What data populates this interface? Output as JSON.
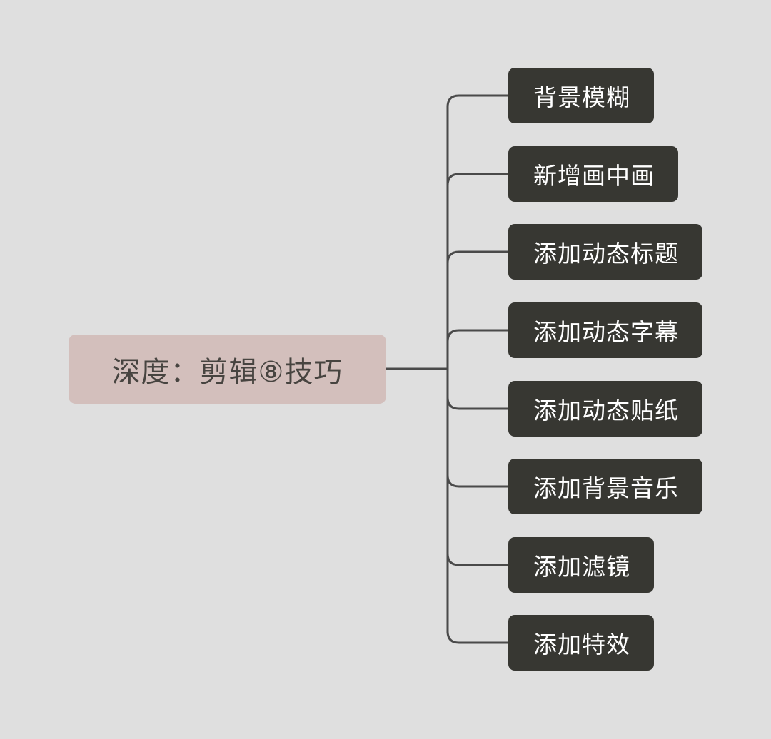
{
  "root": {
    "label": "深度：剪辑⑧技巧"
  },
  "branches": [
    {
      "label": "背景模糊"
    },
    {
      "label": "新增画中画"
    },
    {
      "label": "添加动态标题"
    },
    {
      "label": "添加动态字幕"
    },
    {
      "label": "添加动态贴纸"
    },
    {
      "label": "添加背景音乐"
    },
    {
      "label": "添加滤镜"
    },
    {
      "label": "添加特效"
    }
  ],
  "colors": {
    "background": "#dfdfdf",
    "root_fill": "#d3bfbc",
    "root_text": "#474440",
    "branch_fill": "#373732",
    "branch_text": "#ffffff",
    "connector": "#4a4a4a"
  }
}
